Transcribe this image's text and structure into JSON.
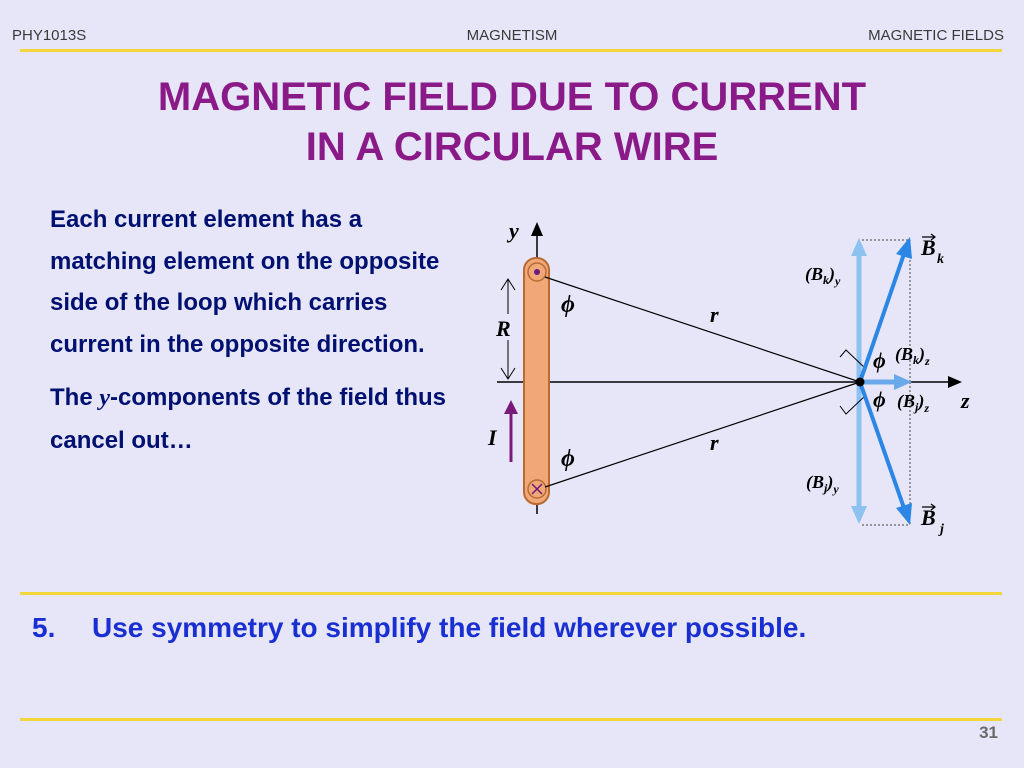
{
  "header": {
    "course": "PHY1013S",
    "topic": "MAGNETISM",
    "section": "MAGNETIC FIELDS"
  },
  "title": {
    "line1": "MAGNETIC FIELD DUE TO CURRENT",
    "line2": "IN A CIRCULAR WIRE"
  },
  "body": {
    "para1": "Each current element has a matching element on the opposite side of the loop which carries current in the opposite direction.",
    "para2_pre": "The ",
    "para2_var": "y",
    "para2_post": "-components of the field thus cancel out…"
  },
  "diagram": {
    "y_axis": "y",
    "z_axis": "z",
    "radius": "R",
    "current": "I",
    "phi": "ϕ",
    "r": "r",
    "Bk": "B",
    "Bk_sub": "k",
    "Bj": "B",
    "Bj_sub": "j",
    "Bky": "(Bk)y",
    "Bkz": "(Bk)z",
    "Bjy": "(Bj)y",
    "Bjz": "(Bj)z",
    "colors": {
      "wire": "#f0a878",
      "wire_stroke": "#b86a30",
      "field_dark": "#2b86e6",
      "field_light": "#8cc1f0",
      "current_arrow": "#7a1a78"
    }
  },
  "point5": {
    "number": "5.",
    "text": "Use symmetry to simplify the field wherever possible."
  },
  "page_number": "31",
  "colors": {
    "title": "#8b1a89",
    "body": "#001070",
    "point": "#1a2fd1",
    "rule": "#f3d63c",
    "background": "#e6e6f8"
  }
}
